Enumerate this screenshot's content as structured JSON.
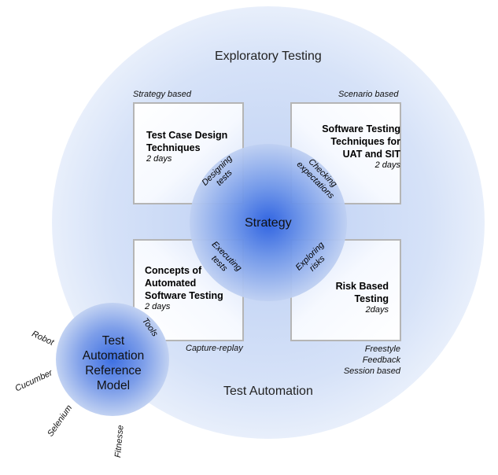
{
  "outer_circle": {
    "top_label": "Exploratory Testing",
    "bottom_label": "Test Automation"
  },
  "center": {
    "label": "Strategy"
  },
  "boxes": [
    {
      "title_lines": [
        "Test Case Design",
        "Techniques"
      ],
      "duration": "2 days",
      "corner_label": "Strategy based",
      "arrow_label_lines": [
        "Designing",
        "tests"
      ]
    },
    {
      "title_lines": [
        "Software Testing",
        "Techniques for",
        "UAT and SIT"
      ],
      "duration": "2 days",
      "corner_label": "Scenario based",
      "arrow_label_lines": [
        "Checking",
        "expectations"
      ]
    },
    {
      "title_lines": [
        "Concepts of",
        "Automated",
        "Software Testing"
      ],
      "duration": "2 days",
      "corner_label": "Capture-replay",
      "arrow_label_lines": [
        "Executing",
        "tests"
      ],
      "tools_label": "Tools"
    },
    {
      "title_lines": [
        "Risk Based",
        "Testing"
      ],
      "duration": "2days",
      "corner_labels": [
        "Freestyle",
        "Feedback",
        "Session based"
      ],
      "arrow_label_lines": [
        "Exploring",
        "risks"
      ]
    }
  ],
  "reference_model": {
    "title_lines": [
      "Test",
      "Automation",
      "Reference",
      "Model"
    ],
    "tools": [
      "Robot",
      "Cucumber",
      "Selenium",
      "Fitnesse"
    ]
  }
}
